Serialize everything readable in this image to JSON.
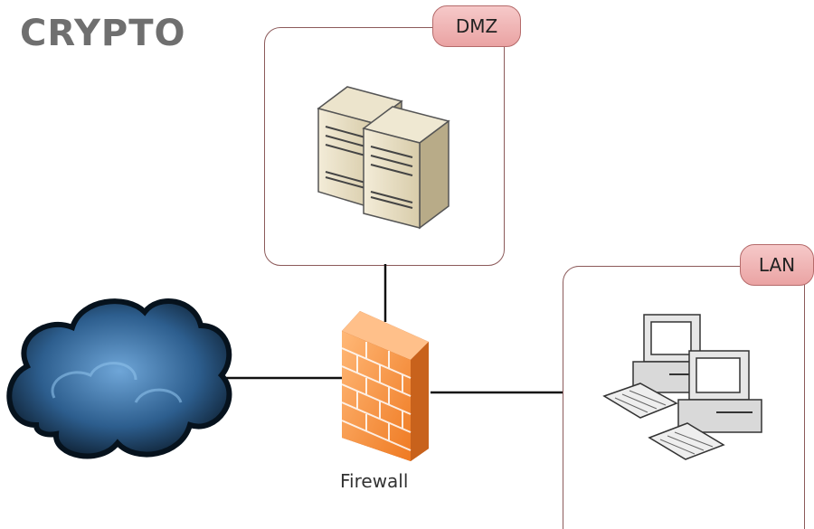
{
  "brand": {
    "text": "CRYPTO"
  },
  "zones": {
    "dmz": {
      "label": "DMZ"
    },
    "lan": {
      "label": "LAN"
    }
  },
  "nodes": {
    "firewall": {
      "label": "Firewall"
    }
  },
  "colors": {
    "zone_border": "#8c5a5a",
    "zone_tag": "#eaa3a3",
    "firewall": "#f08a3a",
    "cloud": "#2f5f8f",
    "line": "#111111"
  },
  "icons": [
    "server-pair-icon",
    "cloud-icon",
    "firewall-icon",
    "workstation-pair-icon"
  ]
}
